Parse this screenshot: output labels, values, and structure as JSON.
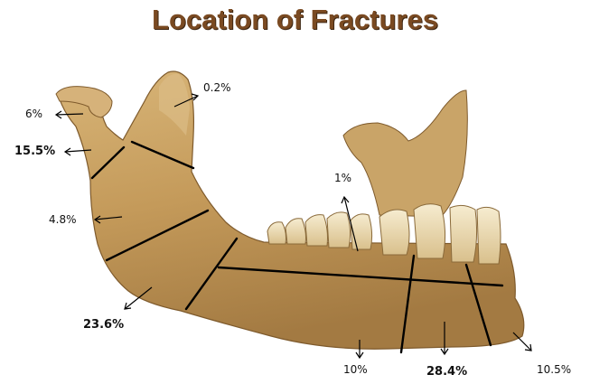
{
  "title": "Location of Fractures",
  "labels": {
    "coronoid": "0.2%",
    "condyle_head": "6%",
    "condylar_neck": "15.5%",
    "ramus": "4.8%",
    "angle": "23.6%",
    "alveolar": "1%",
    "body": "10%",
    "parasymphysis": "28.4%",
    "symphysis": "10.5%"
  },
  "colors": {
    "title": "#7a4a22",
    "bone": "#c9a063",
    "bone_dark": "#8a6636",
    "tooth": "#efe2bd",
    "line": "#000000"
  }
}
